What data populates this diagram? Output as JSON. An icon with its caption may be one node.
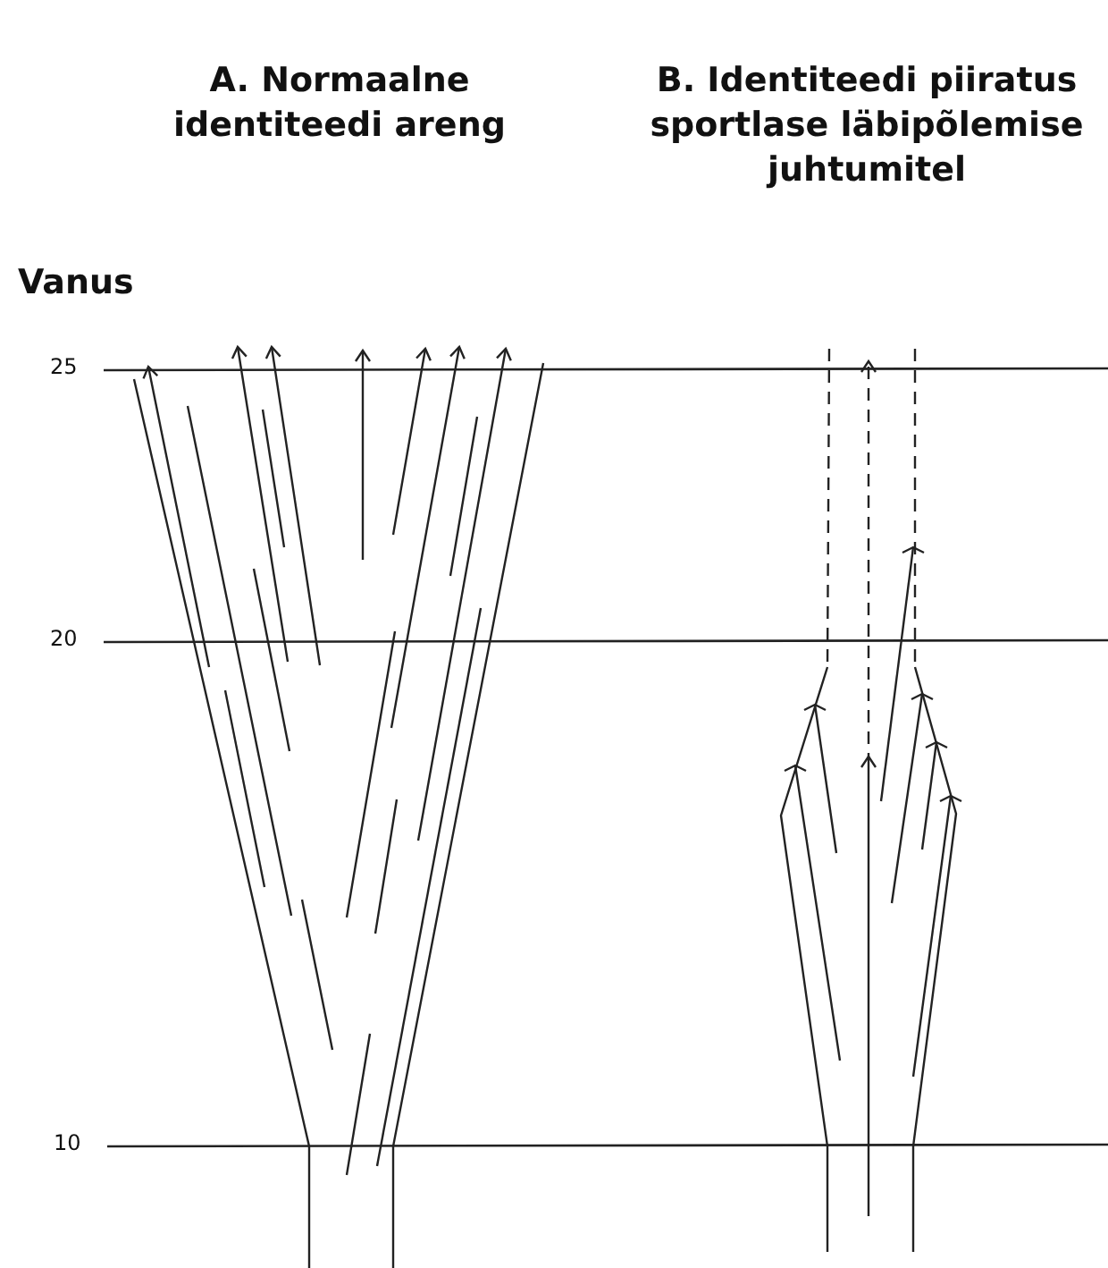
{
  "diagram": {
    "labels": [
      "A. Normaalne identiteedi areng",
      "B. Identiteedi piiratus sportlase läbipõlemise juhtumitel",
      "Vanus",
      "25",
      "20",
      "10"
    ]
  }
}
